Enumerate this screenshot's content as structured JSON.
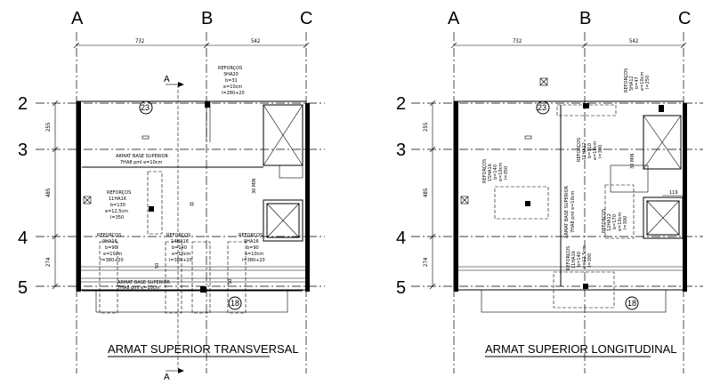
{
  "left_plan": {
    "title": "ARMAT SUPERIOR TRANSVERSAL",
    "axes": [
      "A",
      "B",
      "C"
    ],
    "levels": [
      "2",
      "3",
      "4",
      "5"
    ],
    "dims_horizontal": [
      "732",
      "542"
    ],
    "dims_vertical": [
      "255",
      "485",
      "274"
    ],
    "section_mark": "A",
    "circle_top": "23",
    "circle_bottom": "18",
    "label_base_top": "ARMAT BASE SUPERIOR",
    "label_base_top_sub": "7HA8 pml e=10cm",
    "label_base_bottom": "ARMAT BASE SUPERIOR",
    "label_base_bottom_sub": "7HA8 pml e=10cm",
    "reforcos_top": [
      "REFORÇOS",
      "3HA20",
      "b=31",
      "e=10cm",
      "l=280+20"
    ],
    "reforcos_left": [
      "REFORÇOS",
      "11HA16",
      "b=130",
      "e=12,5cm",
      "l=350"
    ],
    "reforcos_b1": [
      "REFORÇOS",
      "9HA16",
      "b=90",
      "e=10cm",
      "l=380+20"
    ],
    "reforcos_b2": [
      "REFORÇOS",
      "14HA16",
      "b=140",
      "e=10cm",
      "l=380+20"
    ],
    "reforcos_b3": [
      "REFORÇOS",
      "9HA16",
      "b=90",
      "e=10cm",
      "l=380+20"
    ],
    "small_dims": [
      "30 MIN",
      "50",
      "50"
    ]
  },
  "right_plan": {
    "title": "ARMAT SUPERIOR LONGITUDINAL",
    "axes": [
      "A",
      "B",
      "C"
    ],
    "levels": [
      "2",
      "3",
      "4",
      "5"
    ],
    "dims_horizontal": [
      "732",
      "542"
    ],
    "dims_vertical": [
      "255",
      "485",
      "274"
    ],
    "circle_top": "23",
    "circle_bottom": "18",
    "label_base": "ARMAT BASE SUPERIOR",
    "label_base_sub": "7HA8 pml e=10cm",
    "reforcos_top": [
      "REFORÇOS",
      "5HA12",
      "b=47",
      "e=10cm",
      "l=250"
    ],
    "reforcos_mid": [
      "REFORÇOS",
      "11HA12",
      "b=110",
      "e=10cm",
      "l=300"
    ],
    "reforcos_left": [
      "REFORÇOS",
      "15HA16",
      "b=140",
      "e=10cm",
      "l=350"
    ],
    "reforcos_right": [
      "REFORÇOS",
      "12HA12",
      "b=170",
      "e=10cm",
      "l=300"
    ],
    "reforcos_bottom": [
      "REFORÇOS",
      "11HA16",
      "b=140",
      "e=12,5cm",
      "l=300"
    ],
    "small_dims": [
      "30 MIN",
      "119"
    ]
  }
}
